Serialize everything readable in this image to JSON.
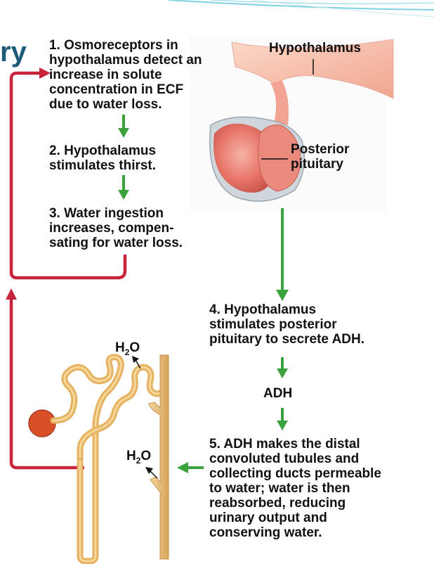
{
  "slide": {
    "title_fragment": "ry"
  },
  "steps": {
    "step1": "1. Osmoreceptors in\nhypothalamus detect an\nincrease in solute\nconcentration in ECF\ndue to water loss.",
    "step2": "2. Hypothalamus\nstimulates thirst.",
    "step3": "3. Water ingestion\nincreases, compen-\nsating for water loss.",
    "step4": "4. Hypothalamus\nstimulates posterior\npituitary to secrete ADH.",
    "step5": "5. ADH makes the distal\nconvoluted tubules and\ncollecting ducts permeable\nto water; water is then\nreabsorbed, reducing\nurinary output and\nconserving water."
  },
  "labels": {
    "hypothalamus": "Hypothalamus",
    "posterior_pituitary": "Posterior\npituitary",
    "adh": "ADH",
    "h2o_base": "H",
    "h2o_sub": "2",
    "h2o_end": "O"
  },
  "colors": {
    "feedback_arrow": "#c8243c",
    "step_arrow": "#3aa23a",
    "title": "#1d5a7a",
    "tubule": "#d9a43a",
    "glomerulus": "#d8502a",
    "pituitary": "#e8776a"
  }
}
